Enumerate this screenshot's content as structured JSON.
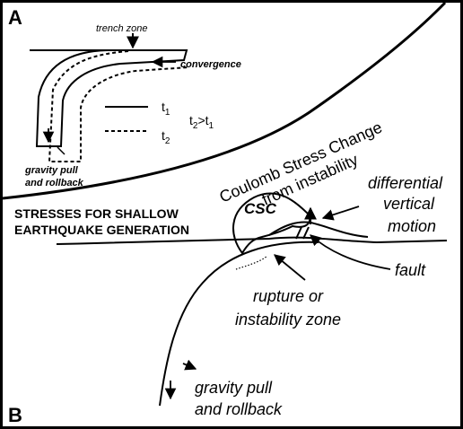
{
  "panel_a": {
    "letter": "A",
    "trench_zone": "trench zone",
    "convergence": "convergence",
    "legend_t": "t",
    "legend_sub1": "1",
    "legend_sub2": "2",
    "relation_t": "t",
    "relation_sub2": "2",
    "relation_gt": ">t",
    "relation_sub1": "1",
    "gravity_line1": "gravity pull",
    "gravity_line2": "and rollback"
  },
  "panel_b": {
    "letter": "B",
    "stresses_line1": "STRESSES FOR SHALLOW",
    "stresses_line2": "EARTHQUAKE GENERATION",
    "coulomb_line1": "Coulomb Stress Change",
    "coulomb_line2": "from instability",
    "csc": "CSC",
    "differential_line1": "differential",
    "differential_line2": "vertical",
    "differential_line3": "motion",
    "fault": "fault",
    "rupture_line1": "rupture or",
    "rupture_line2": "instability zone",
    "gravity_line1": "gravity pull",
    "gravity_line2": "and rollback"
  }
}
